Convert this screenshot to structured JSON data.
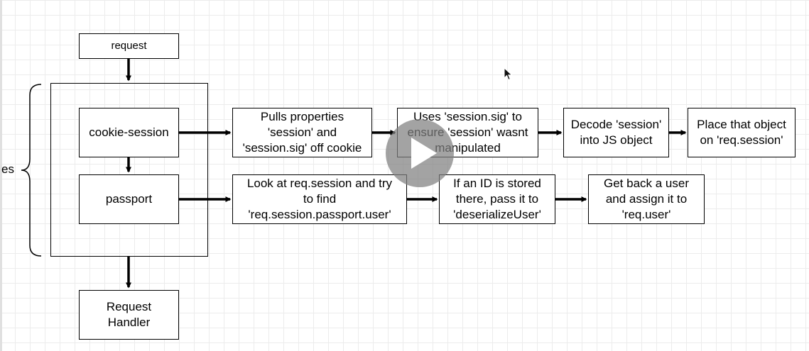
{
  "diagram": {
    "nodes": {
      "request": "request",
      "cookie_session": "cookie-session",
      "passport": "passport",
      "request_handler": "Request\nHandler",
      "pulls_properties": "Pulls properties\n'session' and\n'session.sig' off cookie",
      "uses_session_sig": "Uses 'session.sig' to\nensure 'session' wasnt\nmanipulated",
      "decode_session": "Decode 'session'\ninto JS object",
      "place_object": "Place that object\non 'req.session'",
      "look_at_session": "Look at req.session and try\nto find\n'req.session.passport.user'",
      "if_id_stored": "If an ID is stored\nthere, pass it to\n'deserializeUser'",
      "get_back_user": "Get back a user\nand assign it to\n'req.user'"
    },
    "side_label": "es",
    "edges": [
      [
        "request",
        "middleware-container"
      ],
      [
        "cookie_session",
        "passport"
      ],
      [
        "middleware-container",
        "request_handler"
      ],
      [
        "cookie_session",
        "pulls_properties"
      ],
      [
        "pulls_properties",
        "uses_session_sig"
      ],
      [
        "uses_session_sig",
        "decode_session"
      ],
      [
        "decode_session",
        "place_object"
      ],
      [
        "passport",
        "look_at_session"
      ],
      [
        "look_at_session",
        "if_id_stored"
      ],
      [
        "if_id_stored",
        "get_back_user"
      ]
    ]
  },
  "overlay": {
    "play_icon": "play-icon",
    "cursor_icon": "mouse-cursor-icon"
  }
}
